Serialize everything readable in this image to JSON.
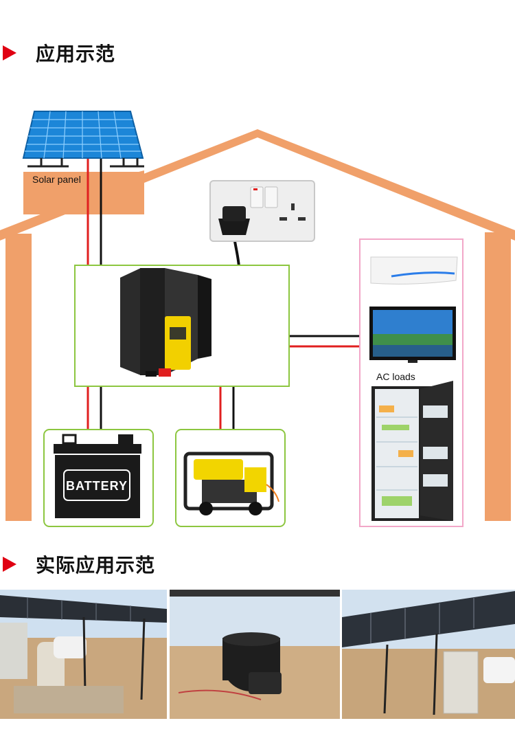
{
  "headings": {
    "application_demo": "应用示范",
    "field_demo": "实际应用示范"
  },
  "diagram": {
    "solar_panel_label": "Solar panel",
    "battery_label": "BATTERY",
    "ac_loads_label": "AC loads"
  },
  "colors": {
    "accent_red": "#e00012",
    "house_orange": "#f0a06a",
    "box_green": "#8cc63f",
    "box_pink": "#f2a7c8",
    "wire_red": "#e01f1f",
    "wire_black": "#111111",
    "solar_blue": "#1c86d8"
  }
}
